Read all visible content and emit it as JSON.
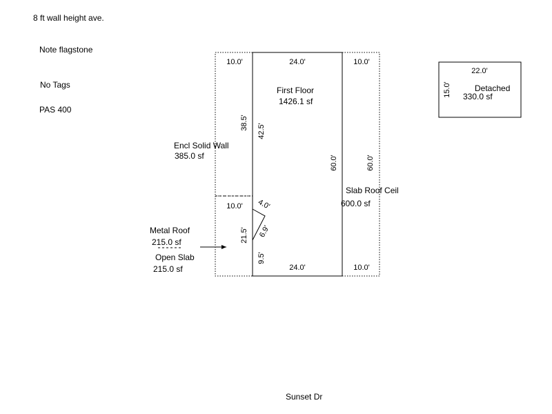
{
  "notes": {
    "wall_height": "8 ft wall height ave.",
    "flagstone": "Note flagstone",
    "tags": "No Tags",
    "pas": "PAS 400"
  },
  "street": "Sunset Dr",
  "areas": {
    "first_floor": {
      "name": "First Floor",
      "area": "1426.1 sf"
    },
    "encl_wall": {
      "name": "Encl Solid Wall",
      "area": "385.0 sf"
    },
    "slab_roof": {
      "name": "Slab Roof Ceil",
      "area": "600.0 sf"
    },
    "metal_roof": {
      "name": "Metal Roof",
      "area": "215.0 sf"
    },
    "open_slab": {
      "name": "Open Slab",
      "area": "215.0 sf"
    },
    "detached": {
      "name": "Detached",
      "area": "330.0 sf"
    }
  },
  "dims": {
    "left_top": "10.0'",
    "main_top": "24.0'",
    "right_top": "10.0'",
    "left_upper_height": "38.5'",
    "main_left_upper": "42.5'",
    "main_right_height": "60.0'",
    "right_height": "60.0'",
    "left_lower_top": "10.0'",
    "left_lower_height": "21.5'",
    "diag_a": "4.0'",
    "diag_b": "6.9'",
    "main_left_lower": "9.5'",
    "main_bottom": "24.0'",
    "right_bottom": "10.0'",
    "detached_width": "22.0'",
    "detached_height": "15.0'"
  }
}
